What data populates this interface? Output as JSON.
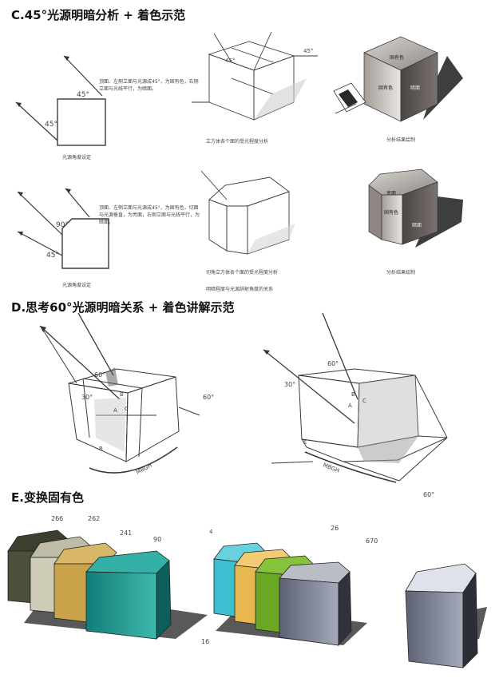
{
  "sections": {
    "c_title": "C.45°光源明暗分析 + 着色示范",
    "d_title": "D.思考60°光源明暗关系 + 着色讲解示范",
    "e_title": "E.变换固有色"
  },
  "row1": {
    "angle_top": "45°",
    "angle_left": "45°",
    "caption_light": "光源角度设定",
    "note": "顶面、左侧立面与光源成45°，为固有色，右侧立面与光线平行，为暗面。",
    "caption_analysis": "立方体各个面的受光程度分析",
    "caption_result": "分析结果绘制",
    "label_solid": "固有色",
    "label_light": "固有色",
    "label_dark": "暗面",
    "cube_angle_a": "45°",
    "cube_angle_b": "45°"
  },
  "row2": {
    "angle_top": "90°",
    "angle_left": "45°",
    "caption_light": "光源角度设定",
    "note": "顶面、左侧立面与光源成45°，为固有色，切面与光源垂直，为亮面，右侧立面与光线平行，为暗面。",
    "caption_analysis": "切角立方体各个面的受光程度分析",
    "caption_relation": "明暗程度与光源辞射角度的关系",
    "caption_result": "分析结果绘制",
    "label_bright": "亮面",
    "label_solid": "固有色",
    "label_dark": "暗面"
  },
  "row3": {
    "angle_left_top": "60°",
    "angle_left_side": "30°",
    "angle_left_right": "60°",
    "label_a": "A",
    "label_b": "B",
    "label_c": "C",
    "label_r": "R",
    "text_left": "MBGH",
    "angle_right_top": "60°",
    "angle_right_side": "30°",
    "angle_right_bottom": "60°",
    "label_b2": "B",
    "label_a2": "A",
    "label_c2": "C",
    "label_e2": "E",
    "text_right": "MBGH"
  },
  "row4": {
    "num_1": "266",
    "num_2": "262",
    "num_3": "241",
    "num_4": "90",
    "num_5": "4",
    "num_6": "26",
    "num_7": "670",
    "num_8": "16"
  },
  "colors": {
    "dark_olive": "#4c4f3a",
    "warm_grey": "#cfcdb8",
    "ochre": "#c9a24a",
    "teal": "#1b9a92",
    "cyan": "#3dbfd0",
    "yellow": "#e8b850",
    "green": "#6aa824",
    "grey_blue": "#7d8394",
    "shadow": "#222222"
  }
}
